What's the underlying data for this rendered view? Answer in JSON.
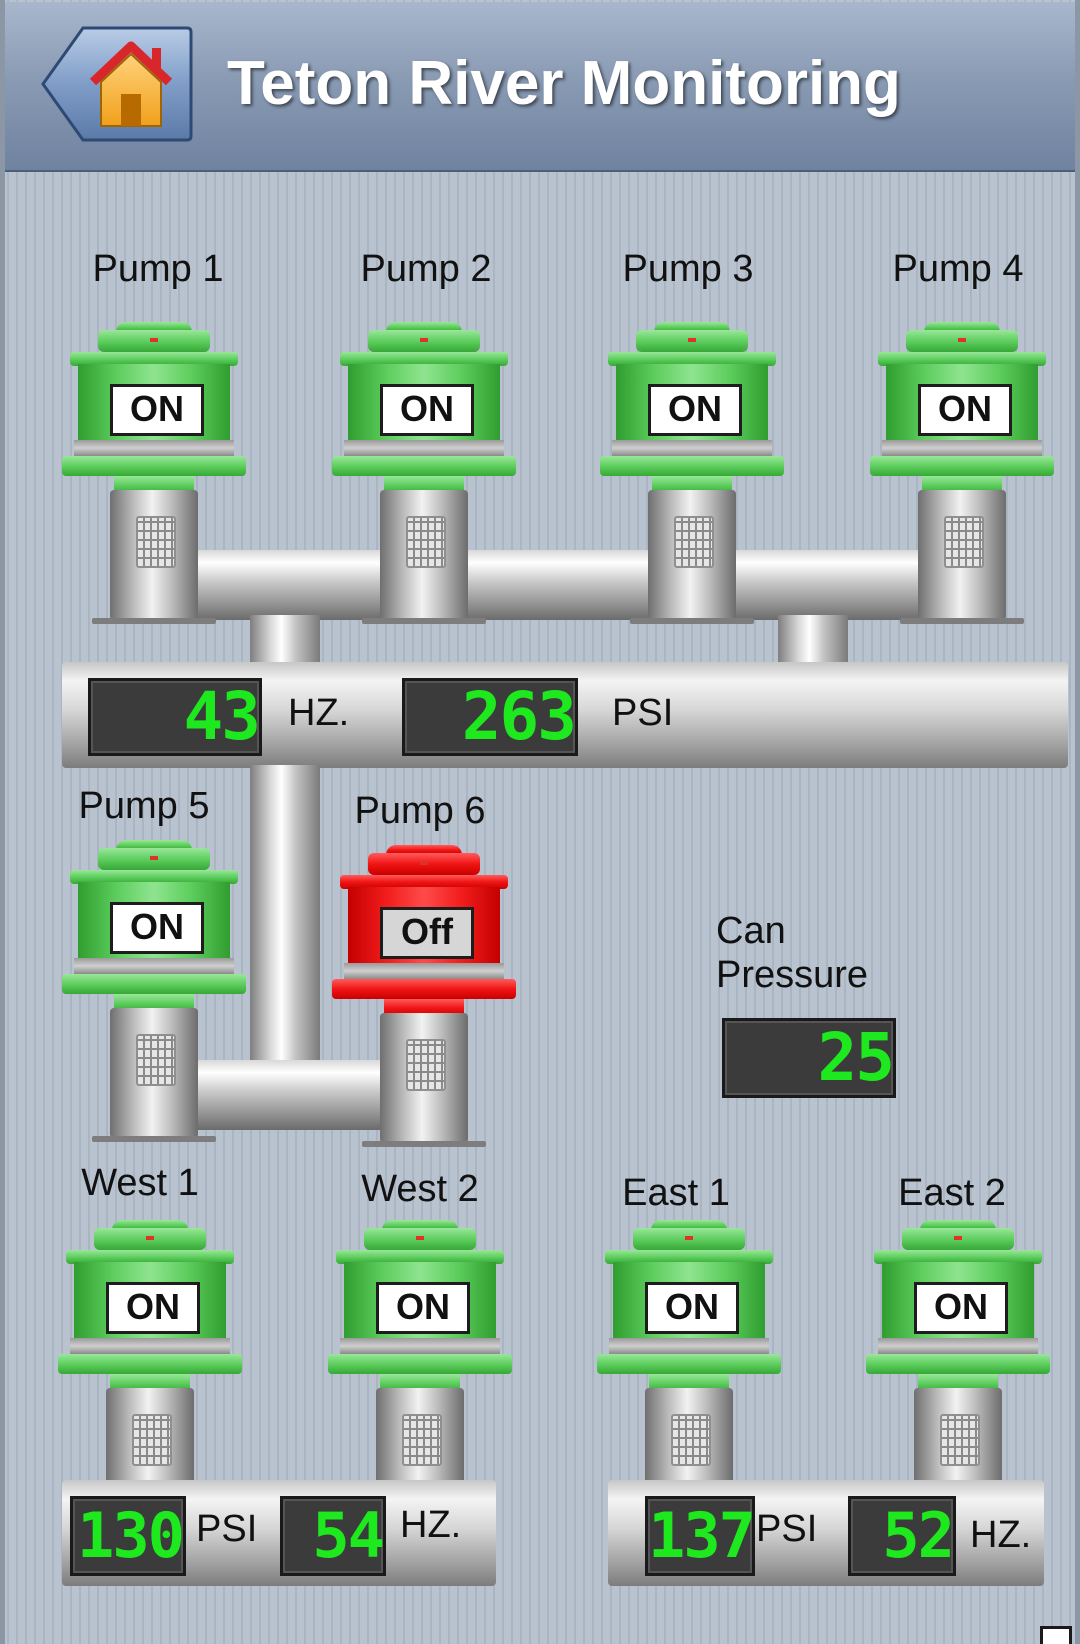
{
  "header": {
    "title": "Teton River Monitoring",
    "home_icon": "house-icon"
  },
  "colors": {
    "pump_on": "#5fcf5f",
    "pump_off": "#f01515",
    "display_digits": "#1ee81e",
    "header": "#8a9bb4"
  },
  "pumps": [
    {
      "label": "Pump 1",
      "state": "ON"
    },
    {
      "label": "Pump 2",
      "state": "ON"
    },
    {
      "label": "Pump 3",
      "state": "ON"
    },
    {
      "label": "Pump 4",
      "state": "ON"
    },
    {
      "label": "Pump 5",
      "state": "ON"
    },
    {
      "label": "Pump 6",
      "state": "Off"
    },
    {
      "label": "West 1",
      "state": "ON"
    },
    {
      "label": "West 2",
      "state": "ON"
    },
    {
      "label": "East 1",
      "state": "ON"
    },
    {
      "label": "East 2",
      "state": "ON"
    }
  ],
  "main_manifold": {
    "hz_value": "43",
    "hz_unit": "HZ.",
    "psi_value": "263",
    "psi_unit": "PSI"
  },
  "can_pressure": {
    "label_line1": "Can",
    "label_line2": "Pressure",
    "value": "25"
  },
  "west_manifold": {
    "psi_value": "130",
    "psi_unit": "PSI",
    "hz_value": "54",
    "hz_unit": "HZ."
  },
  "east_manifold": {
    "psi_value": "137",
    "psi_unit": "PSI",
    "hz_value": "52",
    "hz_unit": "HZ."
  }
}
